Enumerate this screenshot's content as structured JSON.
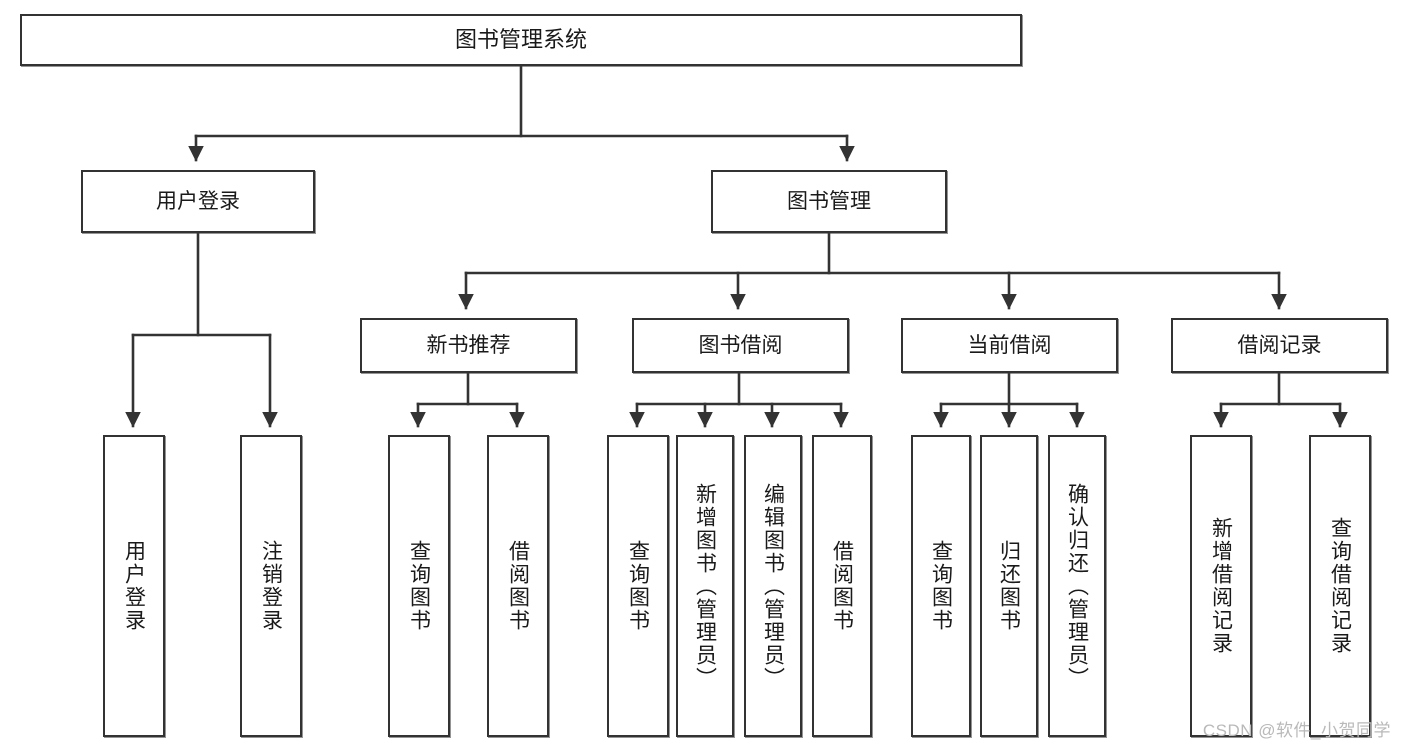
{
  "diagram": {
    "title": "图书管理系统",
    "type": "tree-hierarchy",
    "orientation": "top-down",
    "colors": {
      "box_border": "#333333",
      "box_fill": "#ffffff",
      "connector": "#333333",
      "text": "#1a1a1a",
      "watermark": "#b9b9b9",
      "background": "#ffffff"
    }
  },
  "nodes": {
    "root": {
      "label": "图书管理系统"
    },
    "level2": [
      {
        "label": "用户登录"
      },
      {
        "label": "图书管理"
      }
    ],
    "level3": [
      {
        "label": "新书推荐"
      },
      {
        "label": "图书借阅"
      },
      {
        "label": "当前借阅"
      },
      {
        "label": "借阅记录"
      }
    ],
    "leaves": [
      {
        "label": "用户登录"
      },
      {
        "label": "注销登录"
      },
      {
        "label": "查询图书"
      },
      {
        "label": "借阅图书"
      },
      {
        "label": "查询图书"
      },
      {
        "label": "新增图书（管理员）"
      },
      {
        "label": "编辑图书（管理员）"
      },
      {
        "label": "借阅图书"
      },
      {
        "label": "查询图书"
      },
      {
        "label": "归还图书"
      },
      {
        "label": "确认归还（管理员）"
      },
      {
        "label": "新增借阅记录"
      },
      {
        "label": "查询借阅记录"
      }
    ]
  },
  "watermark": {
    "text": "CSDN @软件_小贺同学"
  }
}
